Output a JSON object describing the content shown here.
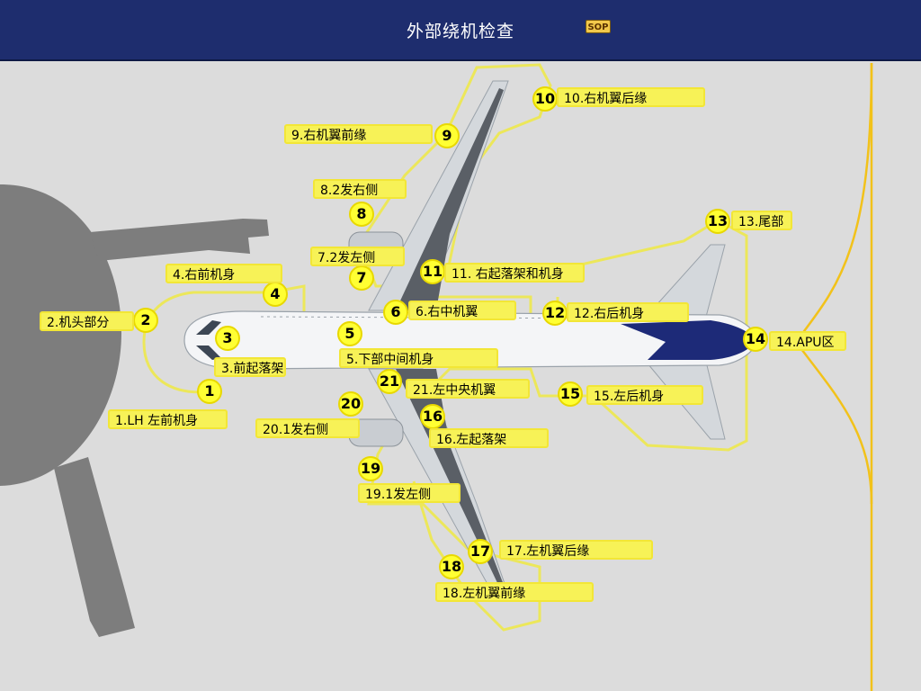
{
  "header": {
    "title": "外部绕机检查",
    "sop_label": "SOP"
  },
  "checkpoints": [
    {
      "n": "1",
      "label": "1.LH 左前机身"
    },
    {
      "n": "2",
      "label": "2.机头部分"
    },
    {
      "n": "3",
      "label": "3.前起落架"
    },
    {
      "n": "4",
      "label": "4.右前机身"
    },
    {
      "n": "5",
      "label": "5.下部中间机身"
    },
    {
      "n": "6",
      "label": "6.右中机翼"
    },
    {
      "n": "7",
      "label": "7.2发左侧"
    },
    {
      "n": "8",
      "label": "8.2发右侧"
    },
    {
      "n": "9",
      "label": "9.右机翼前缘"
    },
    {
      "n": "10",
      "label": "10.右机翼后缘"
    },
    {
      "n": "11",
      "label": "11. 右起落架和机身"
    },
    {
      "n": "12",
      "label": "12.右后机身"
    },
    {
      "n": "13",
      "label": "13.尾部"
    },
    {
      "n": "14",
      "label": "14.APU区"
    },
    {
      "n": "15",
      "label": "15.左后机身"
    },
    {
      "n": "16",
      "label": "16.左起落架"
    },
    {
      "n": "17",
      "label": "17.左机翼后缘"
    },
    {
      "n": "18",
      "label": "18.左机翼前缘"
    },
    {
      "n": "19",
      "label": "19.1发左侧"
    },
    {
      "n": "20",
      "label": "20.1发右侧"
    },
    {
      "n": "21",
      "label": "21.左中央机翼"
    }
  ],
  "colors": {
    "header": "#1e2d6e",
    "background": "#dcdcdc",
    "highlight": "#f7f257",
    "path": "#f0ea3a",
    "taxi_line": "#f2c21a"
  }
}
